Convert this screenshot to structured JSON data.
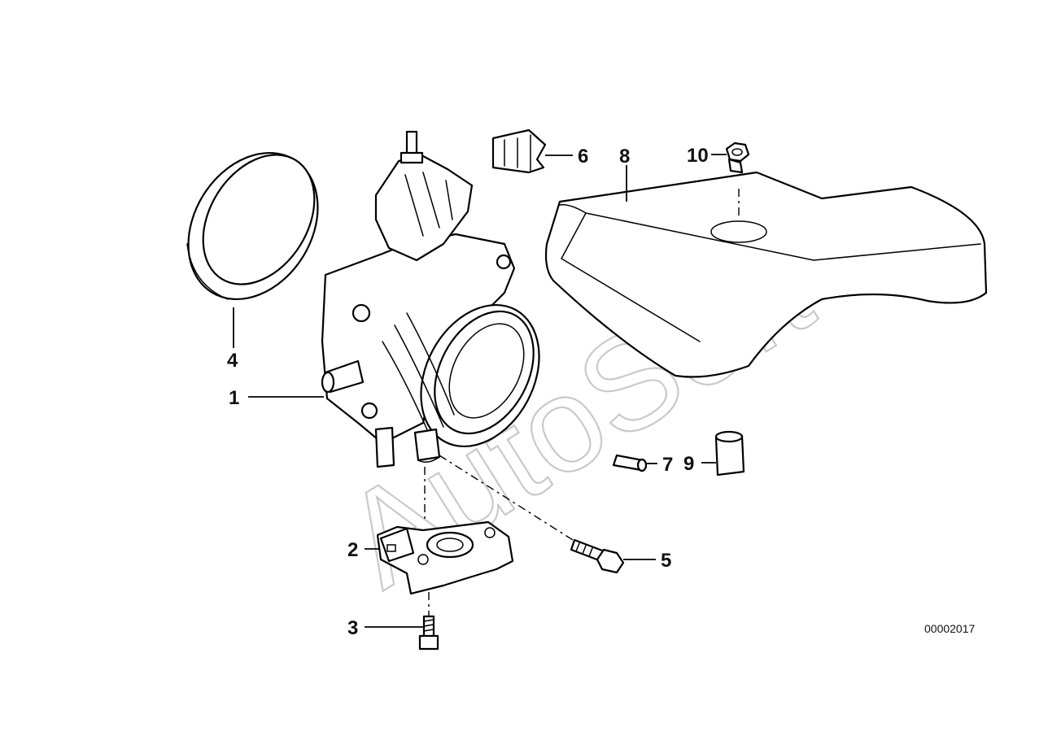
{
  "diagram": {
    "watermark": "AutoSoft",
    "drawing_number": "00002017",
    "callouts": [
      {
        "id": "1",
        "label": "1"
      },
      {
        "id": "2",
        "label": "2"
      },
      {
        "id": "3",
        "label": "3"
      },
      {
        "id": "4",
        "label": "4"
      },
      {
        "id": "5",
        "label": "5"
      },
      {
        "id": "6",
        "label": "6"
      },
      {
        "id": "7",
        "label": "7"
      },
      {
        "id": "8",
        "label": "8"
      },
      {
        "id": "9",
        "label": "9"
      },
      {
        "id": "10",
        "label": "10"
      }
    ]
  }
}
